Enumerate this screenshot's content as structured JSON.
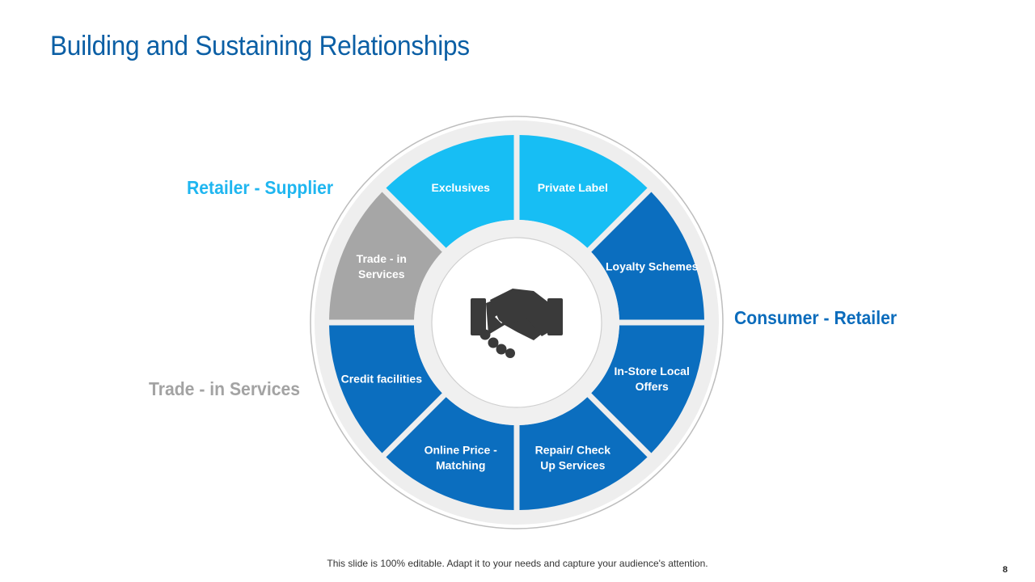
{
  "title": "Building and Sustaining Relationships",
  "groups": {
    "retailer_supplier": "Retailer - Supplier",
    "consumer_retailer": "Consumer - Retailer",
    "trade_in": "Trade - in Services"
  },
  "segments": [
    {
      "lines": [
        "Private Label"
      ],
      "color": "#17bef4"
    },
    {
      "lines": [
        "Loyalty Schemes"
      ],
      "color": "#0b6ebf"
    },
    {
      "lines": [
        "In-Store Local",
        "Offers"
      ],
      "color": "#0b6ebf"
    },
    {
      "lines": [
        "Repair/ Check",
        "Up Services"
      ],
      "color": "#0b6ebf"
    },
    {
      "lines": [
        "Online Price -",
        "Matching"
      ],
      "color": "#0b6ebf"
    },
    {
      "lines": [
        "Credit facilities"
      ],
      "color": "#0b6ebf"
    },
    {
      "lines": [
        "Trade - in",
        "Services"
      ],
      "color": "#a6a6a6"
    },
    {
      "lines": [
        "Exclusives"
      ],
      "color": "#17bef4"
    }
  ],
  "center_icon": "handshake-icon",
  "footer": "This slide is 100% editable. Adapt it to your needs and capture your audience's attention.",
  "page_number": "8"
}
